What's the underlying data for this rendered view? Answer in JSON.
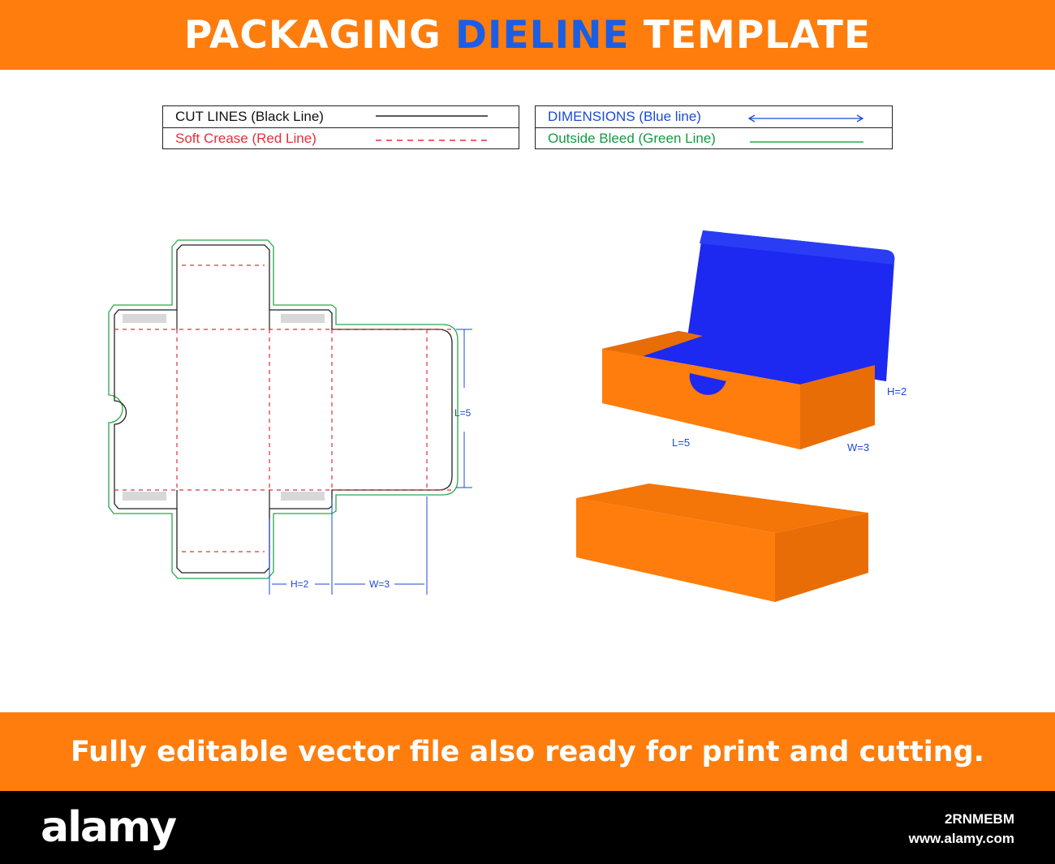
{
  "header": {
    "title_part1": "PACKAGING ",
    "title_highlight": "DIELINE",
    "title_part2": " TEMPLATE"
  },
  "legend": {
    "cut_lines": "CUT LINES (Black Line)",
    "soft_crease": "Soft Crease (Red Line)",
    "dimensions": "DIMENSIONS (Blue line)",
    "outside_bleed": "Outside Bleed (Green Line)"
  },
  "dieline": {
    "length_label": "L=5",
    "height_label": "H=2",
    "width_label": "W=3"
  },
  "box_3d": {
    "length_label": "L=5",
    "height_label": "H=2",
    "width_label": "W=3"
  },
  "footer": {
    "tagline": "Fully editable vector file also ready for print and cutting.",
    "logo": "alamy",
    "image_id": "2RNMEBM",
    "site": "www.alamy.com"
  },
  "colors": {
    "banner_orange": "#fe7d0c",
    "highlight_blue": "#1a5ee6",
    "cut_black": "#222222",
    "crease_red": "#e2303a",
    "dimension_blue": "#1a4bd6",
    "bleed_green": "#2aa84a",
    "box_orange": "#fe7d0c",
    "box_orange_dark": "#e96d06",
    "box_inner_blue": "#1d28f0"
  }
}
